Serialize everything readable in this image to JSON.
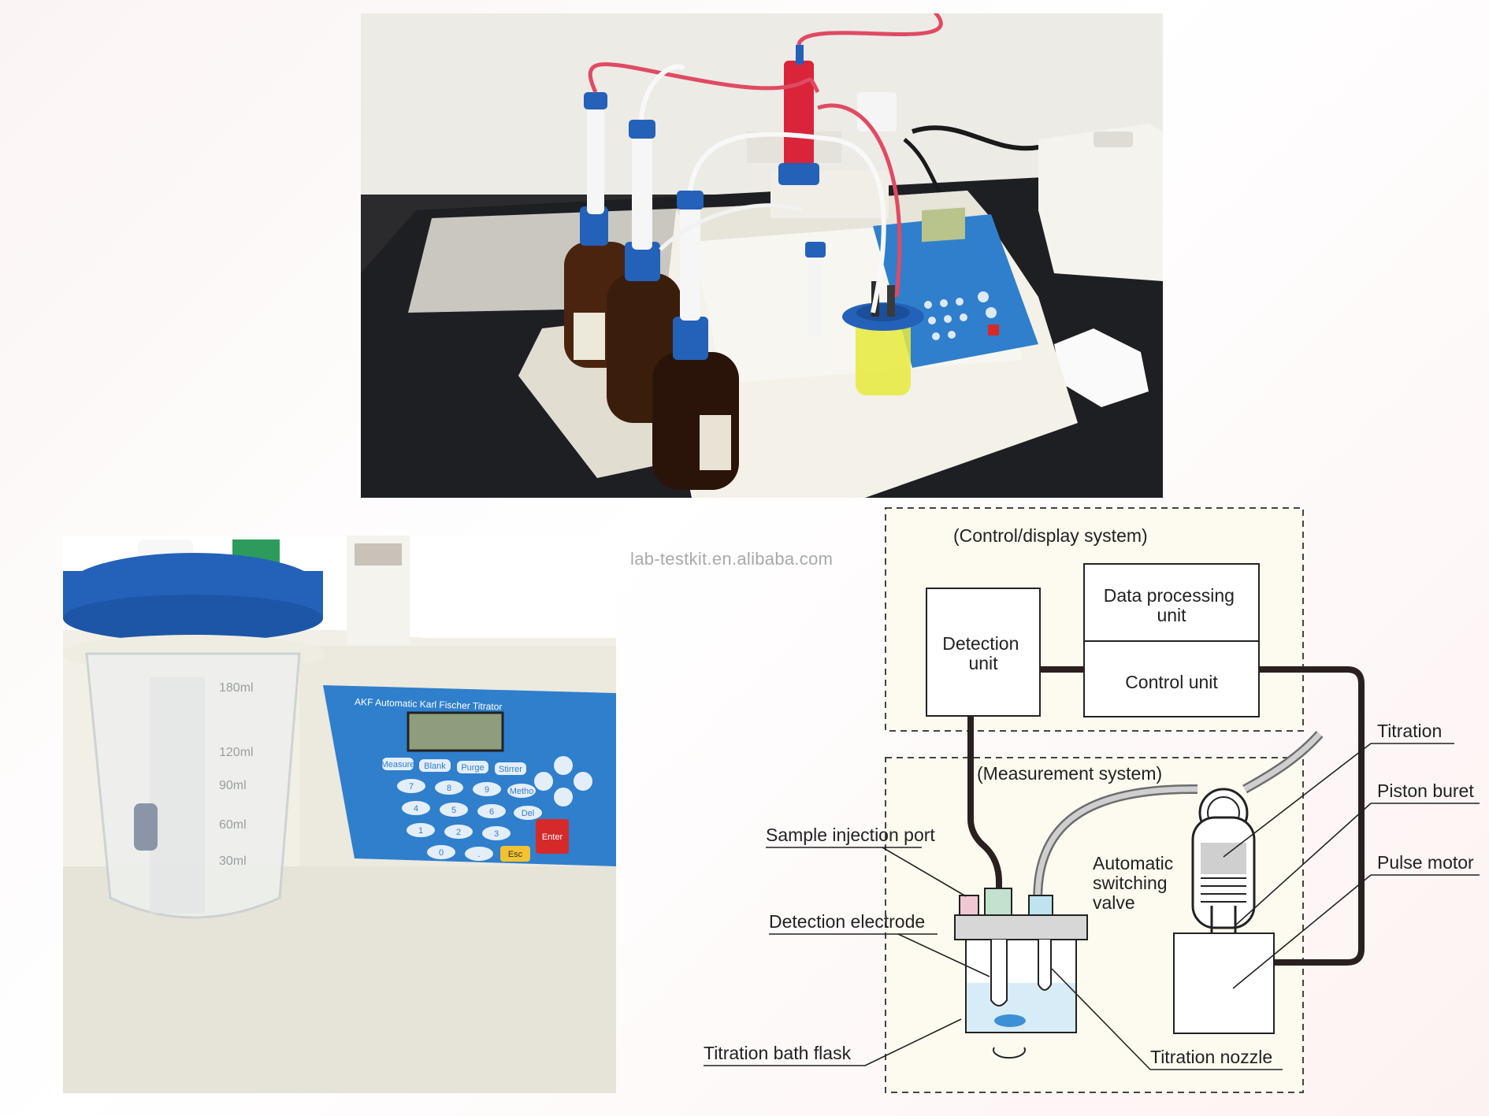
{
  "watermark": "lab-testkit.en.alibaba.com",
  "photo_top": {
    "subject": "automatic karl fischer titrator with reagent bottles"
  },
  "photo_bottom": {
    "panel_title": "AKF Automatic Karl Fischer Titrator",
    "keys": [
      "Measure",
      "Blank",
      "Purge",
      "Stirrer",
      "7",
      "8",
      "9",
      "Metho",
      "4",
      "5",
      "6",
      "Del",
      "1",
      "2",
      "3",
      "0",
      ".",
      "Esc",
      "Enter"
    ],
    "beaker_marks": [
      "180ml",
      "120ml",
      "90ml",
      "60ml",
      "30ml"
    ]
  },
  "diagram": {
    "control_group_label": "(Control/display system)",
    "measurement_group_label": "(Measurement system)",
    "detection_unit": [
      "Detection",
      "unit"
    ],
    "data_processing_unit": [
      "Data processing",
      "unit"
    ],
    "control_unit": "Control unit",
    "sample_injection_port": "Sample injection port",
    "detection_electrode": "Detection electrode",
    "titration_bath_flask": "Titration bath flask",
    "automatic_switching_valve": [
      "Automatic",
      "switching",
      "valve"
    ],
    "titration_label": "Titration",
    "piston_buret": "Piston buret",
    "pulse_motor": "Pulse motor",
    "titration_nozzle": "Titration nozzle"
  },
  "colors": {
    "diagram_bg": "#fdfbf0",
    "cap_blue": "#2461b8",
    "keypad_blue": "#2f7fcc",
    "reagent_red": "#d9243a",
    "amber_glass": "#3d1f0e",
    "solution_yellow": "#e6ea3c"
  }
}
